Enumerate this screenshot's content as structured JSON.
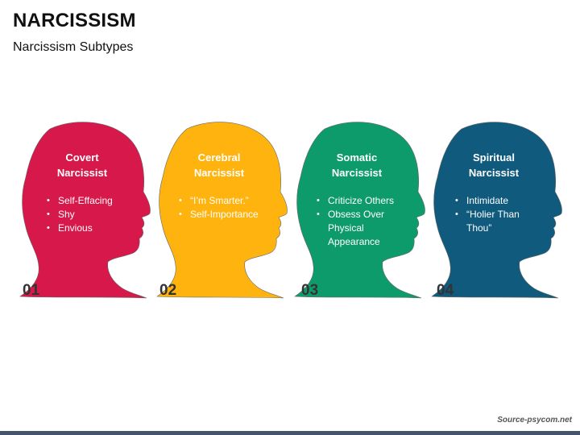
{
  "header": {
    "title": "NARCISSISM",
    "subtitle": "Narcissism Subtypes"
  },
  "subtypes": [
    {
      "number": "01",
      "title_line1": "Covert",
      "title_line2": "Narcissist",
      "color": "#d7184a",
      "items": [
        "Self-Effacing",
        "Shy",
        "Envious"
      ]
    },
    {
      "number": "02",
      "title_line1": "Cerebral",
      "title_line2": "Narcissist",
      "color": "#ffb30f",
      "items": [
        "“I’m Smarter.”",
        "Self-Importance"
      ]
    },
    {
      "number": "03",
      "title_line1": "Somatic",
      "title_line2": "Narcissist",
      "color": "#0e9b6c",
      "items": [
        "Criticize Others",
        "Obsess Over Physical Appearance"
      ]
    },
    {
      "number": "04",
      "title_line1": "Spiritual",
      "title_line2": "Narcissist",
      "color": "#0f5a7d",
      "items": [
        "Intimidate",
        "“Holier Than Thou”"
      ]
    }
  ],
  "footer": {
    "source": "Source-psycom.net",
    "bar_color": "#44546a"
  }
}
